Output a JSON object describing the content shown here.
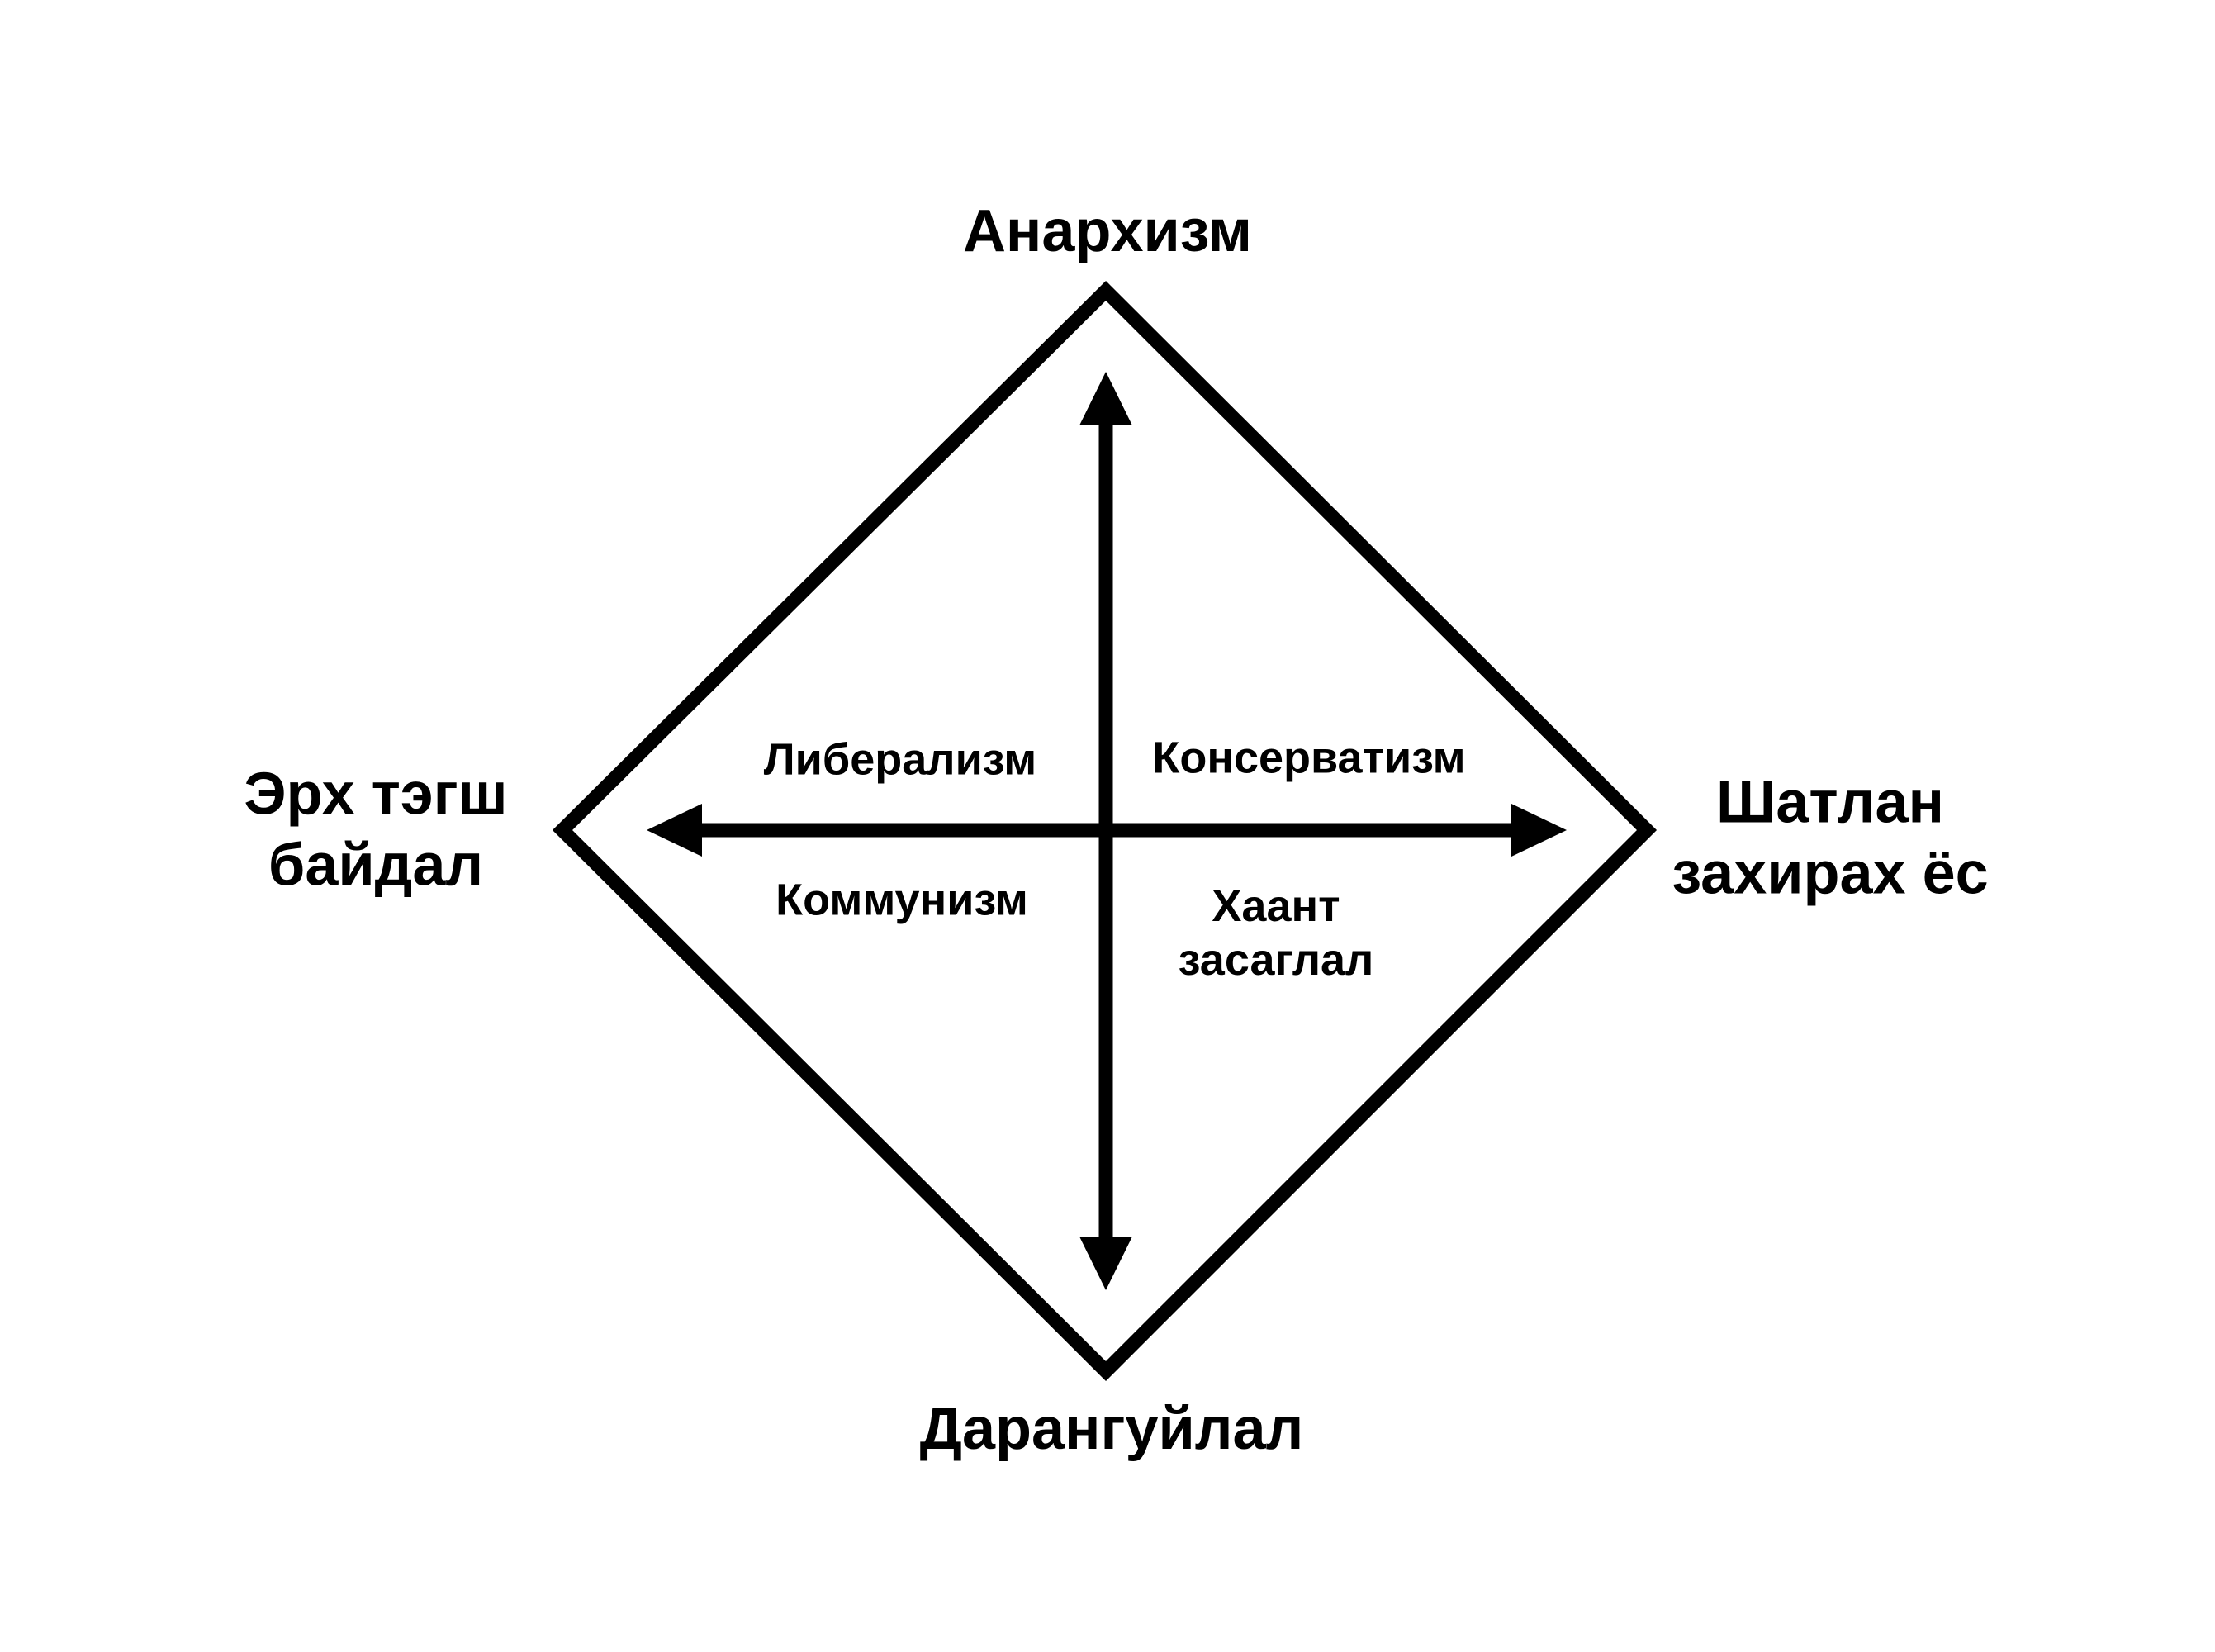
{
  "diagram": {
    "top": "Анархизм",
    "bottom": "Дарангуйлал",
    "left": {
      "line1": "Эрх тэгш",
      "line2": "байдал"
    },
    "right": {
      "line1": "Шатлан",
      "line2": "захирах ёс"
    },
    "quadrants": {
      "top_left": "Либерализм",
      "top_right": "Консерватизм",
      "bottom_left": "Коммунизм",
      "bottom_right": {
        "line1": "Хаант",
        "line2": "засаглал"
      }
    }
  },
  "colors": {
    "stroke": "#000000",
    "background": "#ffffff"
  }
}
